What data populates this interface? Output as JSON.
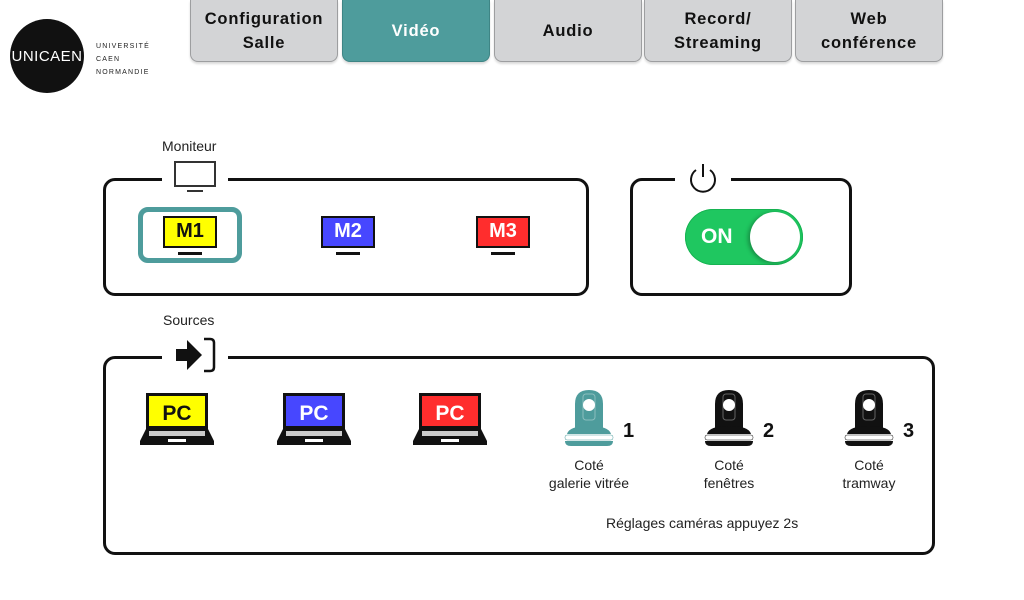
{
  "logo": {
    "mark": "UNICAEN",
    "lines": [
      "UNIVERSITÉ",
      "CAEN",
      "NORMANDIE"
    ]
  },
  "tabs": [
    {
      "label": "Configuration\nSalle",
      "line1": "Configuration",
      "line2": "Salle",
      "active": false
    },
    {
      "label": "Vidéo",
      "line1": "Vidéo",
      "line2": "",
      "active": true
    },
    {
      "label": "Audio",
      "line1": "Audio",
      "line2": "",
      "active": false
    },
    {
      "label": "Record/\nStreaming",
      "line1": "Record/",
      "line2": "Streaming",
      "active": false
    },
    {
      "label": "Web\nconférence",
      "line1": "Web",
      "line2": "conférence",
      "active": false
    }
  ],
  "monitors": {
    "legend": "Moniteur",
    "icon": "monitor-icon",
    "items": [
      {
        "label": "M1",
        "color": "#ffff00",
        "text_color": "#111111",
        "selected": true
      },
      {
        "label": "M2",
        "color": "#4747ff",
        "text_color": "#ffffff",
        "selected": false
      },
      {
        "label": "M3",
        "color": "#ff2d2d",
        "text_color": "#ffffff",
        "selected": false
      }
    ]
  },
  "power": {
    "icon": "power-icon",
    "toggle_label": "ON",
    "state": true,
    "color": "#1fc760"
  },
  "sources": {
    "legend": "Sources",
    "icon": "input-source-icon",
    "pcs": [
      {
        "label": "PC",
        "color": "#ffff00",
        "text_color": "#111111"
      },
      {
        "label": "PC",
        "color": "#4747ff",
        "text_color": "#ffffff"
      },
      {
        "label": "PC",
        "color": "#ff2d2d",
        "text_color": "#ffffff"
      }
    ],
    "cameras": [
      {
        "number": "1",
        "line1": "Coté",
        "line2": "galerie vitrée",
        "selected": true,
        "color": "#4e9c9c"
      },
      {
        "number": "2",
        "line1": "Coté",
        "line2": "fenêtres",
        "selected": false,
        "color": "#111111"
      },
      {
        "number": "3",
        "line1": "Coté",
        "line2": "tramway",
        "selected": false,
        "color": "#111111"
      }
    ],
    "hint": "Réglages caméras appuyez 2s"
  },
  "colors": {
    "accent": "#4e9c9c",
    "tab_inactive": "#d3d4d6"
  }
}
